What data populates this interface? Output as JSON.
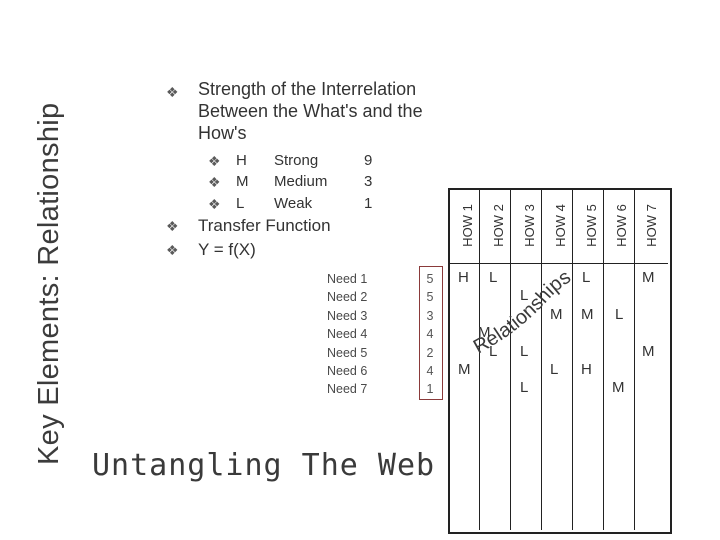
{
  "side_title": "Key Elements: Relationship",
  "bullets": {
    "main": "Strength of the Interrelation Between the What's and the How's",
    "sub": [
      {
        "code": "H",
        "label": "Strong",
        "value": "9"
      },
      {
        "code": "M",
        "label": "Medium",
        "value": "3"
      },
      {
        "code": "L",
        "label": "Weak",
        "value": "1"
      }
    ],
    "transfer": "Transfer Function",
    "yfx": "Y = f(X)"
  },
  "needs": [
    "Need 1",
    "Need 2",
    "Need 3",
    "Need 4",
    "Need 5",
    "Need 6",
    "Need 7"
  ],
  "weights": [
    "5",
    "5",
    "3",
    "4",
    "2",
    "4",
    "1"
  ],
  "hows": [
    "HOW 1",
    "HOW 2",
    "HOW 3",
    "HOW 4",
    "HOW 5",
    "HOW 6",
    "HOW 7"
  ],
  "matrix_cells": [
    "H",
    "L",
    "M",
    "L",
    "L",
    "M",
    "M",
    "L",
    "M",
    "L",
    "M",
    "L",
    "M",
    "L",
    "L",
    "H",
    "M"
  ],
  "relationships_label": "Relationships",
  "footer": "Untangling The Web",
  "colors": {
    "weight_box_border": "#8a3a3a"
  }
}
